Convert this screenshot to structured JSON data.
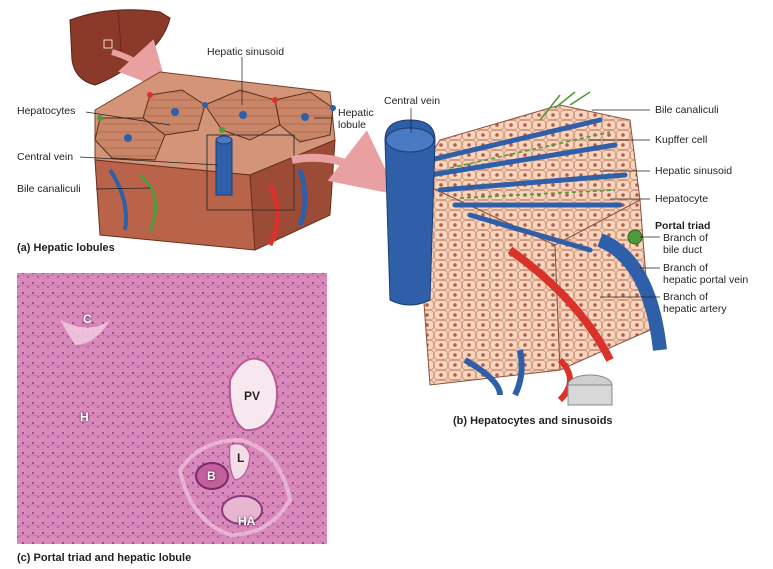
{
  "panel_a": {
    "caption": "(a) Hepatic lobules",
    "labels": {
      "hepatic_sinusoid": "Hepatic sinusoid",
      "hepatocytes": "Hepatocytes",
      "hepatic_lobule_line1": "Hepatic",
      "hepatic_lobule_line2": "lobule",
      "central_vein": "Central vein",
      "bile_canaliculi": "Bile canaliculi"
    }
  },
  "panel_b": {
    "caption": "(b) Hepatocytes and sinusoids",
    "labels": {
      "central_vein": "Central vein",
      "bile_canaliculi": "Bile canaliculi",
      "kupffer_cell": "Kupffer cell",
      "hepatic_sinusoid": "Hepatic sinusoid",
      "hepatocyte": "Hepatocyte",
      "portal_triad": "Portal triad",
      "branch_bile_duct_line1": "Branch of",
      "branch_bile_duct_line2": "bile duct",
      "branch_portal_vein_line1": "Branch of",
      "branch_portal_vein_line2": "hepatic portal vein",
      "branch_artery_line1": "Branch of",
      "branch_artery_line2": "hepatic artery"
    }
  },
  "panel_c": {
    "caption": "(c) Portal triad and hepatic lobule",
    "letters": {
      "c": "C",
      "h": "H",
      "pv": "PV",
      "l": "L",
      "b": "B",
      "ha": "HA"
    }
  },
  "colors": {
    "liver": "#8b3a2a",
    "hepatocyte_fill": "#f2c2a6",
    "vein_blue": "#2f5fa8",
    "artery_red": "#d8322a",
    "bile_green": "#4f9a3a",
    "histology_pink": "#d77db0"
  }
}
